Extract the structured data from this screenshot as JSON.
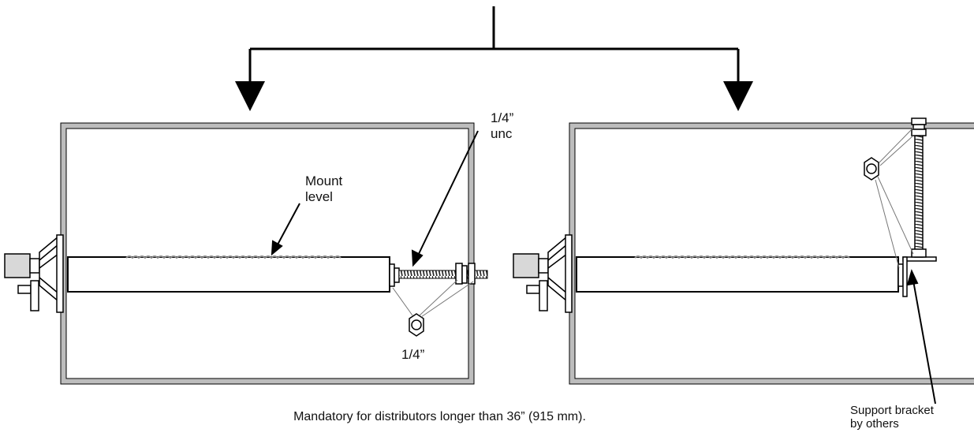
{
  "labels": {
    "thread_size_line1": "1/4”",
    "thread_size_line2": "unc",
    "mount_level_line1": "Mount",
    "mount_level_line2": "level",
    "nut_size": "1/4”",
    "support_bracket_line1": "Support bracket",
    "support_bracket_line2": "by others"
  },
  "caption": "Mandatory for distributors longer than 36” (915 mm)."
}
